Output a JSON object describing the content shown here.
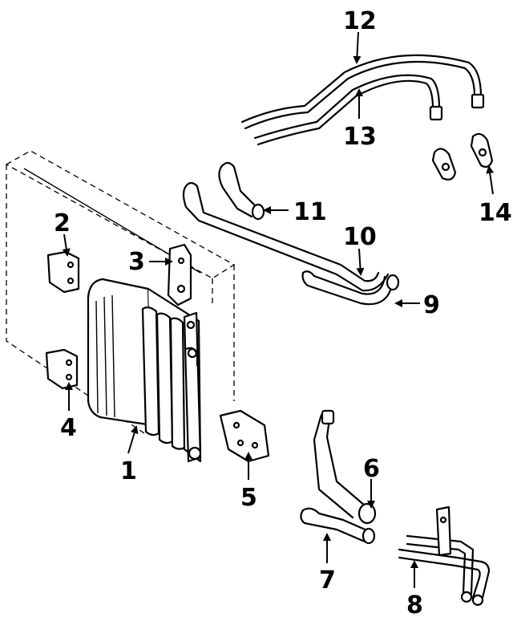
{
  "diagram": {
    "callouts": [
      {
        "id": "1",
        "label": "1"
      },
      {
        "id": "2",
        "label": "2"
      },
      {
        "id": "3",
        "label": "3"
      },
      {
        "id": "4",
        "label": "4"
      },
      {
        "id": "5",
        "label": "5"
      },
      {
        "id": "6",
        "label": "6"
      },
      {
        "id": "7",
        "label": "7"
      },
      {
        "id": "8",
        "label": "8"
      },
      {
        "id": "9",
        "label": "9"
      },
      {
        "id": "10",
        "label": "10"
      },
      {
        "id": "11",
        "label": "11"
      },
      {
        "id": "12",
        "label": "12"
      },
      {
        "id": "13",
        "label": "13"
      },
      {
        "id": "14",
        "label": "14"
      }
    ],
    "colors": {
      "ink": "#000000",
      "paper": "#ffffff"
    }
  }
}
